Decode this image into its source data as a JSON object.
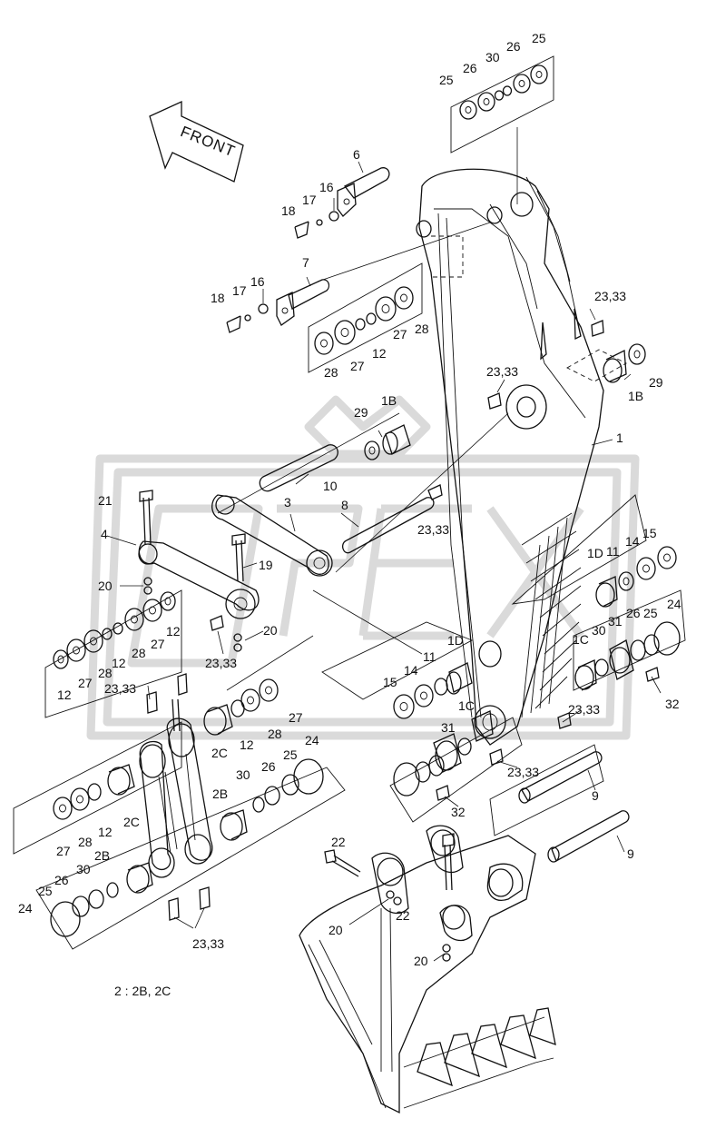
{
  "diagram": {
    "front_label": "FRONT",
    "note": "2 : 2B, 2C",
    "watermark": "OPEX",
    "part_labels": [
      {
        "id": "p-25-a",
        "text": "25"
      },
      {
        "id": "p-26-a",
        "text": "26"
      },
      {
        "id": "p-30-a",
        "text": "30"
      },
      {
        "id": "p-26-b",
        "text": "26"
      },
      {
        "id": "p-25-b",
        "text": "25"
      },
      {
        "id": "p-6",
        "text": "6"
      },
      {
        "id": "p-16-a",
        "text": "16"
      },
      {
        "id": "p-17-a",
        "text": "17"
      },
      {
        "id": "p-18-a",
        "text": "18"
      },
      {
        "id": "p-7",
        "text": "7"
      },
      {
        "id": "p-16-b",
        "text": "16"
      },
      {
        "id": "p-17-b",
        "text": "17"
      },
      {
        "id": "p-18-b",
        "text": "18"
      },
      {
        "id": "p-28-a",
        "text": "28"
      },
      {
        "id": "p-27-a",
        "text": "27"
      },
      {
        "id": "p-12-a",
        "text": "12"
      },
      {
        "id": "p-27-b",
        "text": "27"
      },
      {
        "id": "p-28-b",
        "text": "28"
      },
      {
        "id": "p-2333-a",
        "text": "23,33"
      },
      {
        "id": "p-29-a",
        "text": "29"
      },
      {
        "id": "p-1B-a",
        "text": "1B"
      },
      {
        "id": "p-2333-b",
        "text": "23,33"
      },
      {
        "id": "p-29-b",
        "text": "29"
      },
      {
        "id": "p-1B-b",
        "text": "1B"
      },
      {
        "id": "p-1",
        "text": "1"
      },
      {
        "id": "p-10",
        "text": "10"
      },
      {
        "id": "p-21",
        "text": "21"
      },
      {
        "id": "p-3",
        "text": "3"
      },
      {
        "id": "p-8",
        "text": "8"
      },
      {
        "id": "p-2333-c",
        "text": "23,33"
      },
      {
        "id": "p-4",
        "text": "4"
      },
      {
        "id": "p-19",
        "text": "19"
      },
      {
        "id": "p-20-a",
        "text": "20"
      },
      {
        "id": "p-12-b",
        "text": "12"
      },
      {
        "id": "p-27-c",
        "text": "27"
      },
      {
        "id": "p-28-c",
        "text": "28"
      },
      {
        "id": "p-12-c",
        "text": "12"
      },
      {
        "id": "p-28-d",
        "text": "28"
      },
      {
        "id": "p-27-d",
        "text": "27"
      },
      {
        "id": "p-12-d",
        "text": "12"
      },
      {
        "id": "p-20-b",
        "text": "20"
      },
      {
        "id": "p-2333-d",
        "text": "23,33"
      },
      {
        "id": "p-2333-e",
        "text": "23,33"
      },
      {
        "id": "p-1D-a",
        "text": "1D"
      },
      {
        "id": "p-11-a",
        "text": "11"
      },
      {
        "id": "p-14-a",
        "text": "14"
      },
      {
        "id": "p-15-a",
        "text": "15"
      },
      {
        "id": "p-1D-b",
        "text": "1D"
      },
      {
        "id": "p-11-b",
        "text": "11"
      },
      {
        "id": "p-14-b",
        "text": "14"
      },
      {
        "id": "p-15-b",
        "text": "15"
      },
      {
        "id": "p-24-a",
        "text": "24"
      },
      {
        "id": "p-25-c",
        "text": "25"
      },
      {
        "id": "p-26-c",
        "text": "26"
      },
      {
        "id": "p-31-a",
        "text": "31"
      },
      {
        "id": "p-30-b",
        "text": "30"
      },
      {
        "id": "p-1C-a",
        "text": "1C"
      },
      {
        "id": "p-32-a",
        "text": "32"
      },
      {
        "id": "p-2333-f",
        "text": "23,33"
      },
      {
        "id": "p-2C-a",
        "text": "2C"
      },
      {
        "id": "p-12-e",
        "text": "12"
      },
      {
        "id": "p-28-e",
        "text": "28"
      },
      {
        "id": "p-27-e",
        "text": "27"
      },
      {
        "id": "p-24-b",
        "text": "24"
      },
      {
        "id": "p-25-d",
        "text": "25"
      },
      {
        "id": "p-26-d",
        "text": "26"
      },
      {
        "id": "p-30-c",
        "text": "30"
      },
      {
        "id": "p-1C-b",
        "text": "1C"
      },
      {
        "id": "p-31-b",
        "text": "31"
      },
      {
        "id": "p-2333-g",
        "text": "23,33"
      },
      {
        "id": "p-32-b",
        "text": "32"
      },
      {
        "id": "p-2B-a",
        "text": "2B"
      },
      {
        "id": "p-2C-b",
        "text": "2C"
      },
      {
        "id": "p-12-f",
        "text": "12"
      },
      {
        "id": "p-28-f",
        "text": "28"
      },
      {
        "id": "p-27-f",
        "text": "27"
      },
      {
        "id": "p-2B-b",
        "text": "2B"
      },
      {
        "id": "p-30-d",
        "text": "30"
      },
      {
        "id": "p-26-e",
        "text": "26"
      },
      {
        "id": "p-25-e",
        "text": "25"
      },
      {
        "id": "p-24-c",
        "text": "24"
      },
      {
        "id": "p-9-a",
        "text": "9"
      },
      {
        "id": "p-9-b",
        "text": "9"
      },
      {
        "id": "p-22-a",
        "text": "22"
      },
      {
        "id": "p-22-b",
        "text": "22"
      },
      {
        "id": "p-20-c",
        "text": "20"
      },
      {
        "id": "p-20-d",
        "text": "20"
      },
      {
        "id": "p-2333-h",
        "text": "23,33"
      }
    ]
  }
}
